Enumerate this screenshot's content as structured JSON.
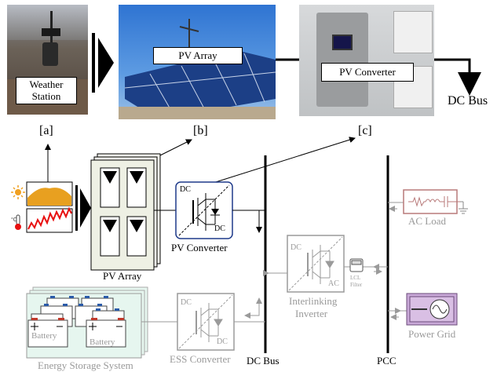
{
  "photos": {
    "weather_station_label": "Weather\nStation",
    "pv_array_label": "PV Array",
    "pv_converter_label": "PV Converter",
    "dc_bus_label": "DC Bus"
  },
  "tags": {
    "a": "[a]",
    "b": "[b]",
    "c": "[c]"
  },
  "schematic": {
    "pv_array": "PV Array",
    "pv_converter": "PV Converter",
    "pv_conv_dc_in": "DC",
    "pv_conv_dc_out": "DC",
    "interlinking_line1": "Interlinking",
    "interlinking_line2": "Inverter",
    "ii_dc": "DC",
    "ii_ac": "AC",
    "lcl_line1": "LCL",
    "lcl_line2": "Filter",
    "ac_load": "AC Load",
    "power_grid": "Power Grid",
    "battery_1": "Battery",
    "battery_2": "Battery",
    "ess": "Energy Storage System",
    "ess_converter": "ESS Converter",
    "ess_dc_in": "DC",
    "ess_dc_out": "DC",
    "dc_bus": "DC Bus",
    "pcc": "PCC"
  },
  "colors": {
    "sky": "#3a7fd0",
    "panel": "#1c3f86",
    "irradiance": "#e8a020",
    "temperature": "#e81010",
    "ess_fill": "#e6f6ef",
    "grid_fill": "#c9a9d8",
    "load_line": "#b87a7a",
    "grey": "#9a9a9a"
  },
  "icons": [
    "sun-icon",
    "thermometer-icon",
    "igbt-switch-icon",
    "resistor-icon",
    "inductor-icon",
    "capacitor-icon",
    "ground-icon",
    "sine-wave-icon"
  ]
}
